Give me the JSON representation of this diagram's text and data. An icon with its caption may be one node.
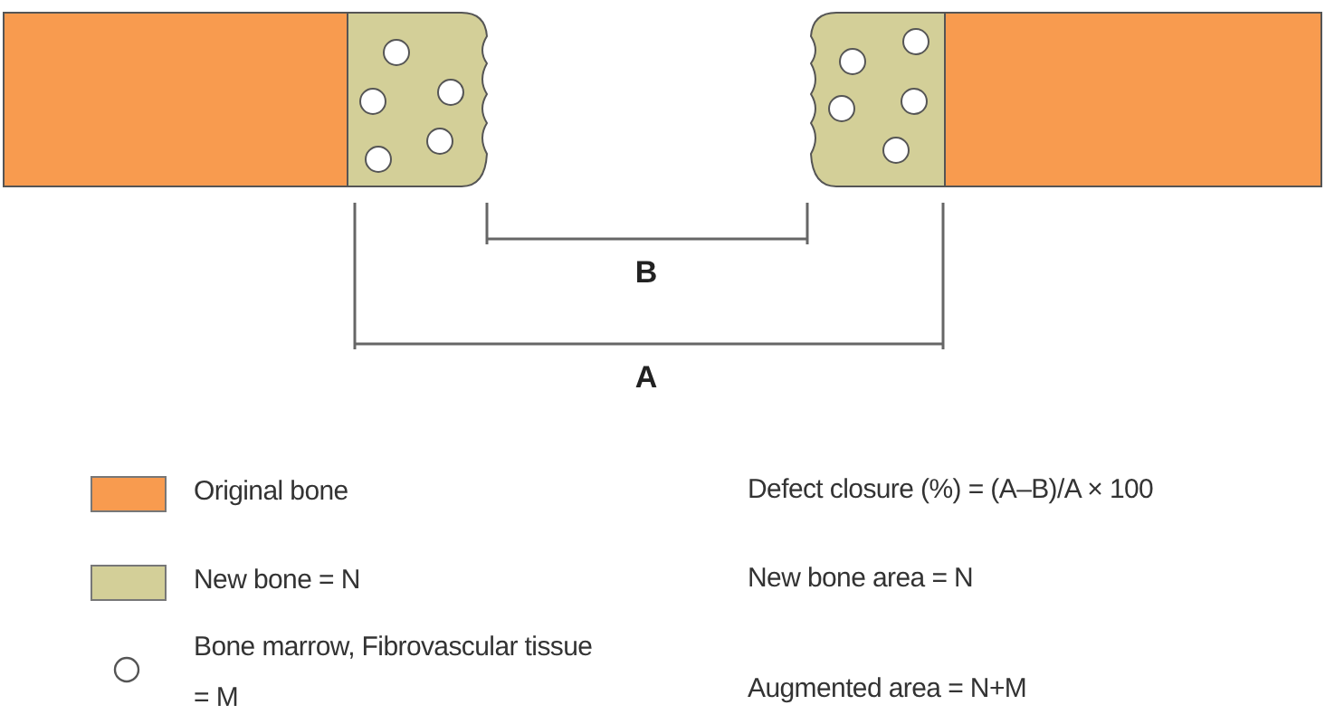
{
  "diagram": {
    "labels": [
      "B",
      "A",
      "Defect closure (%) = (A–B)/A × 100",
      "New bone area = N",
      "Augmented area = N+M"
    ],
    "legend": [
      {
        "text": "Original bone",
        "color": "#f89b4f"
      },
      {
        "text": "New bone = N",
        "color": "#d3cf98"
      },
      {
        "text": "Bone marrow, Fibrovascular tissue = M"
      }
    ]
  }
}
